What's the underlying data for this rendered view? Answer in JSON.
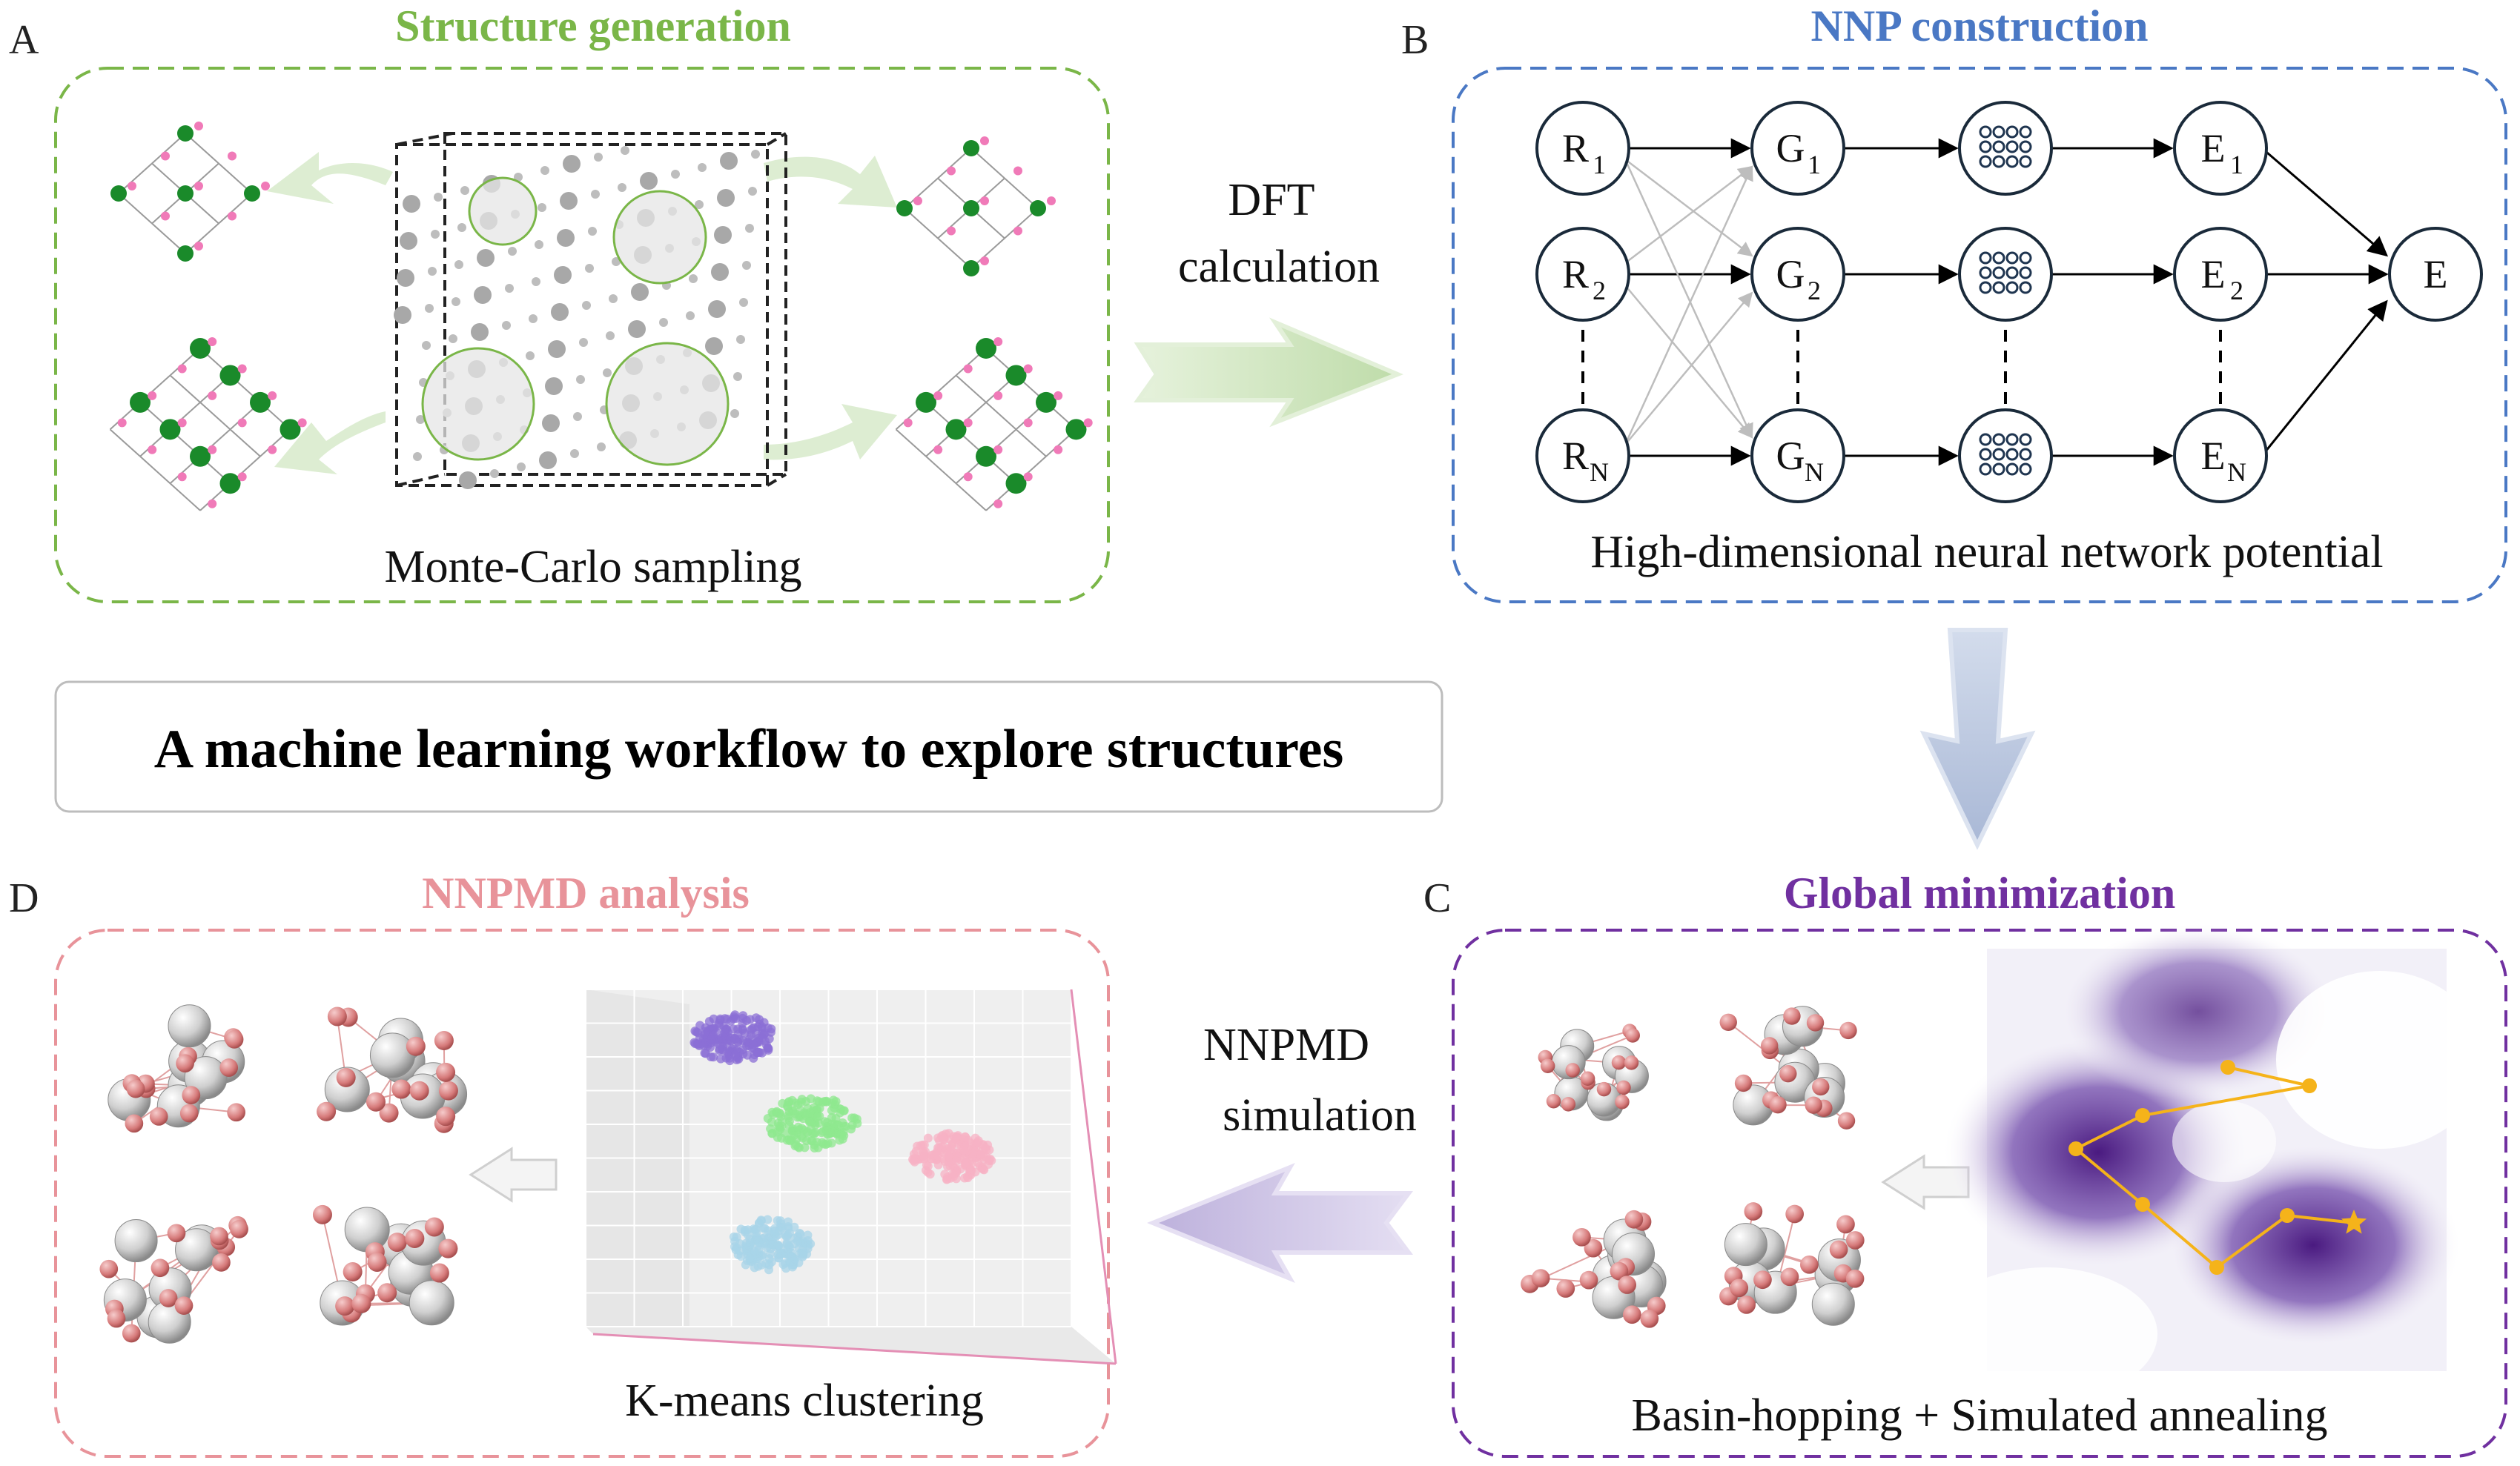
{
  "panels": {
    "a": {
      "letter": "A",
      "title": "Structure generation",
      "caption": "Monte-Carlo  sampling",
      "color": "#7ab648"
    },
    "b": {
      "letter": "B",
      "title": "NNP  construction",
      "caption": "High-dimensional neural network potential",
      "color": "#4a78c4"
    },
    "c": {
      "letter": "C",
      "title": "Global minimization",
      "caption": "Basin-hopping  +  Simulated annealing",
      "color": "#7030a0"
    },
    "d": {
      "letter": "D",
      "title": "NNPMD analysis",
      "caption": "K-means clustering",
      "color": "#e8939a"
    }
  },
  "transitions": {
    "ab": [
      "DFT",
      "calculation"
    ],
    "cd": [
      "NNPMD",
      "simulation"
    ]
  },
  "center_banner": "A machine learning workflow to explore structures",
  "network": {
    "inputs": [
      "R",
      "R",
      "R"
    ],
    "input_subs": [
      "1",
      "2",
      "N"
    ],
    "descriptors": [
      "G",
      "G",
      "G"
    ],
    "descriptor_subs": [
      "1",
      "2",
      "N"
    ],
    "energies": [
      "E",
      "E",
      "E"
    ],
    "energy_subs": [
      "1",
      "2",
      "N"
    ],
    "total": "E"
  },
  "colors": {
    "atom_green": "#1a8a2a",
    "atom_pink": "#f07ab8",
    "atom_gray": "#c8c8c8",
    "atom_red": "#d98080",
    "arrow_green": "#cfe5c2",
    "arrow_blue": "#b7c4dd",
    "arrow_purple": "#c8bfe0",
    "cluster_purple": "#8b6fd6",
    "cluster_green": "#8fe88f",
    "cluster_pink": "#f7b2c4",
    "cluster_blue": "#a8d4e8",
    "path_orange": "#f5b31a",
    "landscape_purple": "#5b2a8e"
  }
}
